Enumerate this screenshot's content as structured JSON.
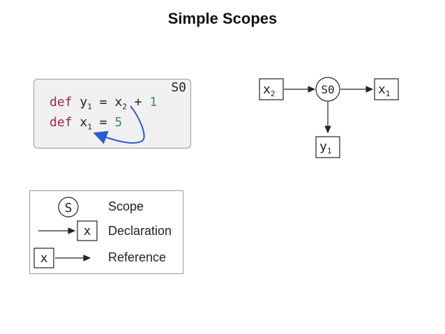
{
  "title": "Simple Scopes",
  "code": {
    "scope_label": "S0",
    "line1": {
      "kw": "def",
      "name": "y",
      "sub": "1",
      "op": " = ",
      "ref": "x",
      "ref_sub": "2",
      "rest": " + ",
      "num": "1"
    },
    "line2": {
      "kw": "def",
      "name": "x",
      "sub": "1",
      "op": " = ",
      "num": "5"
    }
  },
  "graph": {
    "scope": "S0",
    "left_node": {
      "name": "x",
      "sub": "2"
    },
    "right_node": {
      "name": "x",
      "sub": "1"
    },
    "bottom_node": {
      "name": "y",
      "sub": "1"
    }
  },
  "legend": {
    "scope_symbol": "S",
    "scope_label": "Scope",
    "decl_symbol": "x",
    "decl_label": "Declaration",
    "ref_symbol": "x",
    "ref_label": "Reference"
  },
  "colors": {
    "keyword": "#9c2552",
    "number": "#3a8a6a",
    "reference_arrow": "#2a5bd7"
  }
}
